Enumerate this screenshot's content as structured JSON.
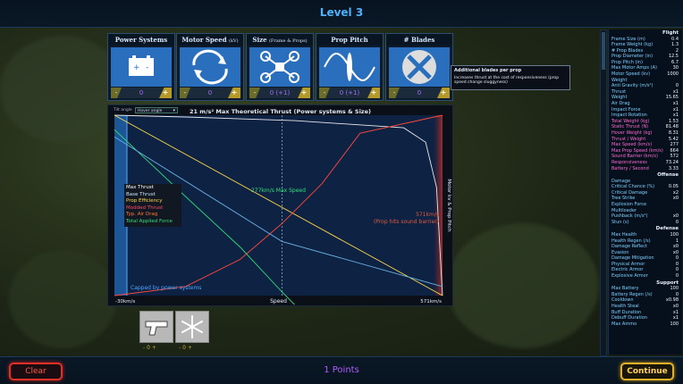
{
  "level_title": "Level 3",
  "footer": {
    "clear_label": "Clear",
    "points_label": "1 Points",
    "continue_label": "Continue"
  },
  "cards": [
    {
      "title": "Power Systems",
      "sub": "",
      "value": "0",
      "icon": "battery-icon"
    },
    {
      "title": "Motor Speed",
      "sub": "(kV)",
      "value": "0",
      "icon": "rotation-icon"
    },
    {
      "title": "Size",
      "sub": "(Frame & Props)",
      "value": "0 (+1)",
      "icon": "quadcopter-icon"
    },
    {
      "title": "Prop Pitch",
      "sub": "",
      "value": "0 (+1)",
      "icon": "pitch-icon"
    },
    {
      "title": "# Blades",
      "sub": "",
      "value": "0",
      "icon": "blades-icon"
    }
  ],
  "tooltip": {
    "title": "Additional blades per prop",
    "body": "Increases thrust at the cost of responsiveness (prop speed change sluggyness)"
  },
  "chart_data": {
    "type": "line",
    "title": "21 m/s² Max Theoretical Thrust (Power systems & Size)",
    "xlabel": "Speed",
    "ylabel": "Motor kv & Prop Pitch",
    "xlim": [
      -30,
      571
    ],
    "x_min_label": "-30km/s",
    "x_max_label": "571km/s",
    "tilt_label": "Tilt angle",
    "tilt_option": "Hover angle",
    "annotations": [
      {
        "text": "277km/s Max Speed",
        "color": "#33e07a",
        "x": 277
      },
      {
        "text": "571km/s",
        "text2": "(Prop hits sound barrier)",
        "color": "#e05a3a",
        "x": 571
      },
      {
        "text": "Capped by power systems",
        "color": "#4da6ff"
      }
    ],
    "legend": [
      {
        "label": "Max Thrust",
        "color": "#ffffff"
      },
      {
        "label": "Base Thrust",
        "color": "#c8e8ff"
      },
      {
        "label": "Prop Efficiency",
        "color": "#ffd84a"
      },
      {
        "label": "Modded Thrust",
        "color": "#ff4a6a"
      },
      {
        "label": "Typ. Air Drag",
        "color": "#ff7a3a"
      },
      {
        "label": "Total Applied Force",
        "color": "#33e07a"
      }
    ],
    "series": [
      {
        "name": "Max Thrust",
        "color": "#e8e8e8",
        "x": [
          -30,
          100,
          300,
          500,
          540,
          560,
          571
        ],
        "y": [
          1.0,
          0.99,
          0.97,
          0.93,
          0.85,
          0.6,
          0.0
        ]
      },
      {
        "name": "Prop Efficiency",
        "color": "#ffd84a",
        "x": [
          -30,
          571
        ],
        "y": [
          1.0,
          0.0
        ]
      },
      {
        "name": "Typ. Air Drag",
        "color": "#ff4a3a",
        "x": [
          -30,
          100,
          200,
          277,
          350,
          420,
          571
        ],
        "y": [
          0.0,
          0.05,
          0.2,
          0.4,
          0.62,
          0.9,
          1.25
        ]
      },
      {
        "name": "Total Applied Force",
        "color": "#33e07a",
        "x": [
          -30,
          100,
          200,
          277,
          300
        ],
        "y": [
          0.92,
          0.55,
          0.27,
          0.02,
          -0.1
        ]
      },
      {
        "name": "Base Thrust",
        "color": "#6ab0e0",
        "x": [
          -30,
          277,
          571
        ],
        "y": [
          0.88,
          0.3,
          0.05
        ]
      }
    ]
  },
  "abilities": [
    {
      "icon": "pistol-icon",
      "foot": "- 0 +"
    },
    {
      "icon": "snowflake-icon",
      "foot": "- 0 +"
    }
  ],
  "stats": [
    {
      "section": "Flight",
      "rows": [
        [
          "Frame Size (m)",
          "0.4",
          "#7fd0ff"
        ],
        [
          "Frame Weight (kg)",
          "1.3",
          "#7fd0ff"
        ],
        [
          "# Prop Blades",
          "2",
          "#7fd0ff"
        ],
        [
          "Prop Diameter (in)",
          "12.5",
          "#7fd0ff"
        ],
        [
          "Prop Pitch (in)",
          "6.7",
          "#7fd0ff"
        ],
        [
          "Max Motor Amps (A)",
          "30",
          "#7fd0ff"
        ],
        [
          "Motor Speed (kv)",
          "1000",
          "#7fd0ff"
        ],
        [
          "Weight",
          "",
          "#7fd0ff"
        ],
        [
          "Anti Gravity (m/s²)",
          "0",
          "#7fd0ff"
        ],
        [
          "Thrust",
          "x1",
          "#7fd0ff"
        ],
        [
          "Weight",
          "15.65",
          "#7fd0ff"
        ],
        [
          "Air Drag",
          "x1",
          "#7fd0ff"
        ],
        [
          "Impact Force",
          "x1",
          "#7fd0ff"
        ],
        [
          "Impact Rotation",
          "x1",
          "#7fd0ff"
        ],
        [
          "Total Weight (kg)",
          "1.53",
          "#ff6ad0"
        ],
        [
          "Static Thrust (N)",
          "81.48",
          "#ff6ad0"
        ],
        [
          "Hover Weight (kg)",
          "8.31",
          "#ff6ad0"
        ],
        [
          "Thrust / Weight",
          "5.42",
          "#ff6ad0"
        ],
        [
          "Max Speed (km/s)",
          "277",
          "#ff6ad0"
        ],
        [
          "Max Prop Speed (km/s)",
          "664",
          "#ff6ad0"
        ],
        [
          "Sound Barrier (km/s)",
          "572",
          "#ff6ad0"
        ],
        [
          "Responsiveness",
          "73.24",
          "#ff6ad0"
        ],
        [
          "Battery / Second",
          "3.33",
          "#ff6ad0"
        ]
      ]
    },
    {
      "section": "Offense",
      "rows": [
        [
          "Damage",
          "",
          "#7fd0ff"
        ],
        [
          "Critical Chance (%)",
          "0.05",
          "#7fd0ff"
        ],
        [
          "Critical Damage",
          "x2",
          "#7fd0ff"
        ],
        [
          "Tree Strike",
          "x0",
          "#7fd0ff"
        ],
        [
          "Explosion Force",
          "",
          "#7fd0ff"
        ],
        [
          "Multiloader",
          "",
          "#7fd0ff"
        ],
        [
          "Pushback (m/s²)",
          "x0",
          "#7fd0ff"
        ],
        [
          "Stun (s)",
          "0",
          "#7fd0ff"
        ]
      ]
    },
    {
      "section": "Defense",
      "rows": [
        [
          "Max Health",
          "100",
          "#7fd0ff"
        ],
        [
          "Health Regen (/s)",
          "1",
          "#7fd0ff"
        ],
        [
          "Damage Reflect",
          "x0",
          "#7fd0ff"
        ],
        [
          "Evasion",
          "x0",
          "#7fd0ff"
        ],
        [
          "Damage Mitigation",
          "0",
          "#7fd0ff"
        ],
        [
          "Physical Armor",
          "0",
          "#7fd0ff"
        ],
        [
          "Electric Armor",
          "0",
          "#7fd0ff"
        ],
        [
          "Explosive Armor",
          "0",
          "#7fd0ff"
        ]
      ]
    },
    {
      "section": "Support",
      "rows": [
        [
          "Max Battery",
          "100",
          "#7fd0ff"
        ],
        [
          "Battery Regen (/s)",
          "0",
          "#7fd0ff"
        ],
        [
          "Cooldown",
          "x0.98",
          "#7fd0ff"
        ],
        [
          "Health Steal",
          "x0",
          "#7fd0ff"
        ],
        [
          "Buff Duration",
          "x1",
          "#7fd0ff"
        ],
        [
          "Debuff Duration",
          "x1",
          "#7fd0ff"
        ],
        [
          "Max Ammo",
          "100",
          "#7fd0ff"
        ]
      ]
    }
  ]
}
